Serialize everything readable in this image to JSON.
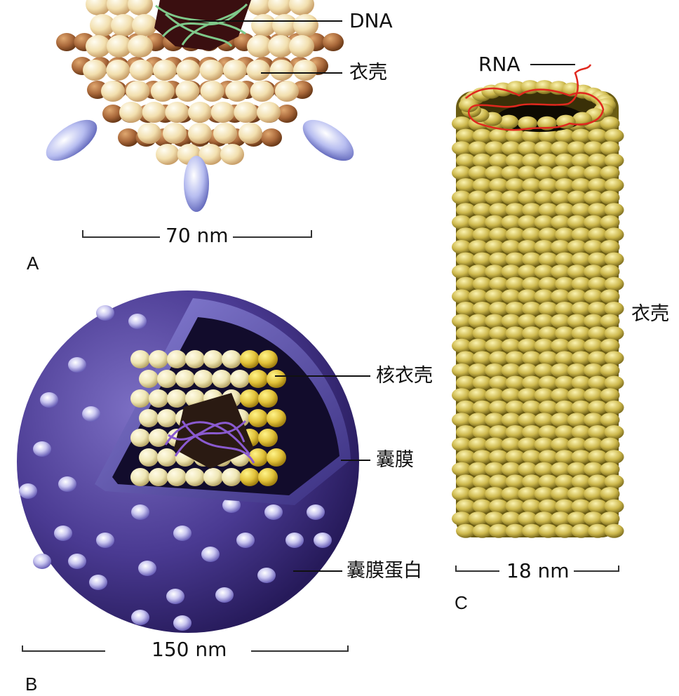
{
  "panels": {
    "a": {
      "letter": "A",
      "labels": {
        "dna": "DNA",
        "capsid": "衣壳"
      },
      "scale": "70 nm"
    },
    "b": {
      "letter": "B",
      "labels": {
        "nucleocapsid": "核衣壳",
        "envelope": "囊膜",
        "envelope_protein": "囊膜蛋白"
      },
      "scale": "150 nm"
    },
    "c": {
      "letter": "C",
      "labels": {
        "rna": "RNA",
        "capsid": "衣壳"
      },
      "scale": "18 nm"
    }
  },
  "colors": {
    "capsid_light": "#f3e3b6",
    "capsid_dark": "#9a5a2c",
    "spike": "#8b95d8",
    "dna_strand": "#7fc98a",
    "envelope": "#4b3d8f",
    "envelope_inner": "#241a4a",
    "nucleic_acid_b": "#8a5ad0",
    "rod_yellow": "#d8c65a",
    "rna_red": "#e0281e"
  }
}
